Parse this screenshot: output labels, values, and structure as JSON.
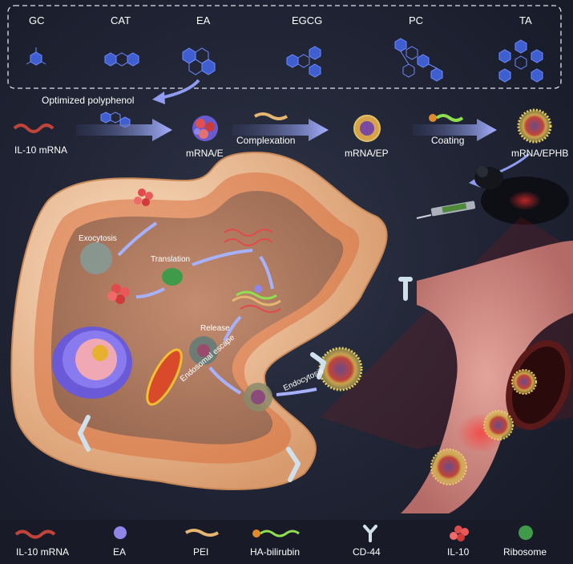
{
  "polyphenols": [
    "GC",
    "CAT",
    "EA",
    "EGCG",
    "PC",
    "TA"
  ],
  "optimized_label": "Optimized polyphenol",
  "pipeline": {
    "il10_mrna": "IL-10 mRNA",
    "mrna_e": "mRNA/E",
    "complexation": "Complexation",
    "mrna_ep": "mRNA/EP",
    "coating": "Coating",
    "mrna_ephb": "mRNA/EPHB"
  },
  "cell": {
    "exocytosis": "Exocytosis",
    "translation": "Translation",
    "release": "Release",
    "endosomal_escape": "Endosomal escape",
    "endocytosis": "Endocytosis"
  },
  "legend": [
    "IL-10 mRNA",
    "EA",
    "PEI",
    "HA-bilirubin",
    "CD-44",
    "IL-10",
    "Ribosome"
  ],
  "colors": {
    "background": "#1f2333",
    "membrane": "#e8b184",
    "cytoplasm": "#b9826a",
    "molecule": "#3f5fd0",
    "mrna": "#c0443a",
    "ea": "#8f86e8",
    "pei": "#e5b572",
    "il10": "#e04a4a",
    "ribosome": "#3f9a4a",
    "arrow": "#8f9cf0"
  }
}
